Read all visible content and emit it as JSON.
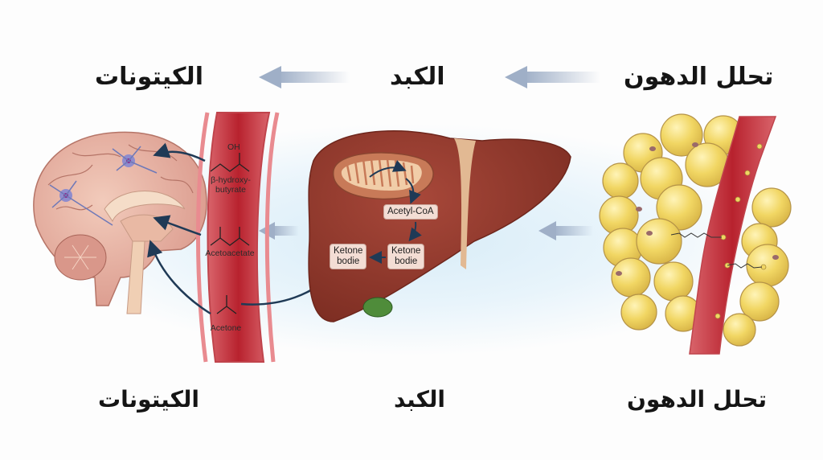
{
  "diagram": {
    "stages_top": [
      {
        "id": "ketones",
        "label": "الكيتونات"
      },
      {
        "id": "liver",
        "label": "الكبد"
      },
      {
        "id": "lipolysis",
        "label": "تحلل الدهون"
      }
    ],
    "stages_bottom": [
      {
        "id": "ketones",
        "label": "الكيتونات"
      },
      {
        "id": "liver",
        "label": "الكبد"
      },
      {
        "id": "lipolysis",
        "label": "تحلل الدهون"
      }
    ],
    "flow_direction": "right-to-left",
    "blood_vessel_molecules": [
      {
        "name": "β-hydroxy-\nbutyrate",
        "line1": "β-hydroxy-",
        "line2": "butyrate",
        "group": "OH"
      },
      {
        "name": "Acetoacetate"
      },
      {
        "name": "Acetone"
      }
    ],
    "liver_labels": {
      "acetyl_coa": "Acetyl-CoA",
      "ketone_box_1_line1": "Ketone",
      "ketone_box_1_line2": "bodie",
      "ketone_box_2_line1": "Ketone",
      "ketone_box_2_line2": "bodie"
    },
    "illustrations": [
      "brain-sagittal",
      "blood-vessel",
      "liver-with-mitochondrion",
      "adipose-tissue-with-capillary"
    ],
    "colors": {
      "background": "#fdfdfd",
      "glow": "#d8ecf7",
      "arrow": "#a8b6cc",
      "dark_arrow": "#1f3a56",
      "liver": "#8e3a2c",
      "vessel": "#c8414a",
      "fat_cell": "#f2d96a",
      "brain": "#e8b7a6"
    }
  }
}
